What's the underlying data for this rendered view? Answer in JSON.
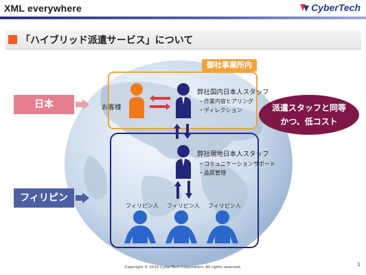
{
  "header": {
    "left_title": "XML everywhere",
    "brand_name": "CyberTech"
  },
  "title": {
    "text": "「ハイブリッド派遣サービス」について"
  },
  "labels": {
    "japan": "日本",
    "philippines": "フィリピン",
    "hq_box_tag": "御社事業所内"
  },
  "customer": {
    "label": "お客様"
  },
  "japan_staff": {
    "title": "弊社国内日本人スタッフ",
    "items": [
      "・作業内容ヒアリング",
      "・ディレクション"
    ]
  },
  "local_staff": {
    "title": "弊社現地日本人スタッフ",
    "items": [
      "・コミュニケーションサポート",
      "・品質管理"
    ]
  },
  "filipino_staff": [
    "フィリピン人",
    "フィリピン人",
    "フィリピン人"
  ],
  "callout": {
    "line1": "派遣スタッフと同等",
    "line2": "かつ、低コスト"
  },
  "colors": {
    "orange": "#f2a23c",
    "customer": "#f07a1a",
    "navy": "#23267a",
    "filipino": "#2b66cc",
    "red_arrow": "#e8343a",
    "callout": "#7e1745",
    "japan_label": "#e57f8f",
    "ph_label": "#4e5fa2",
    "title_square": "#f05a1e"
  },
  "footer": {
    "copyright": "Copyright © 2010 CyberTech Corporation. All rights reserved.",
    "page": "1"
  }
}
